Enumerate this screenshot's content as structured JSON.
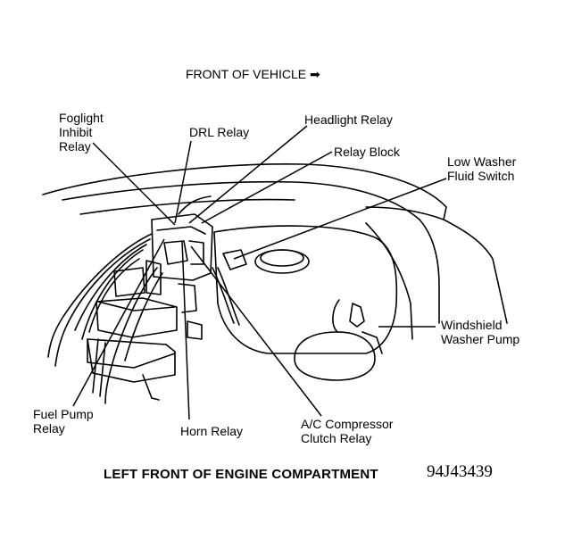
{
  "header": {
    "direction_text": "FRONT OF VEHICLE ➡"
  },
  "labels": {
    "foglight": "Foglight\nInhibit\nRelay",
    "drl": "DRL Relay",
    "headlight": "Headlight Relay",
    "relay_block": "Relay Block",
    "low_washer": "Low Washer\nFluid Switch",
    "windshield": "Windshield\nWasher Pump",
    "fuel_pump": "Fuel Pump\nRelay",
    "horn": "Horn Relay",
    "ac_comp": "A/C Compressor\nClutch Relay"
  },
  "footer": {
    "caption": "LEFT FRONT OF ENGINE COMPARTMENT",
    "code": "94J43439"
  }
}
